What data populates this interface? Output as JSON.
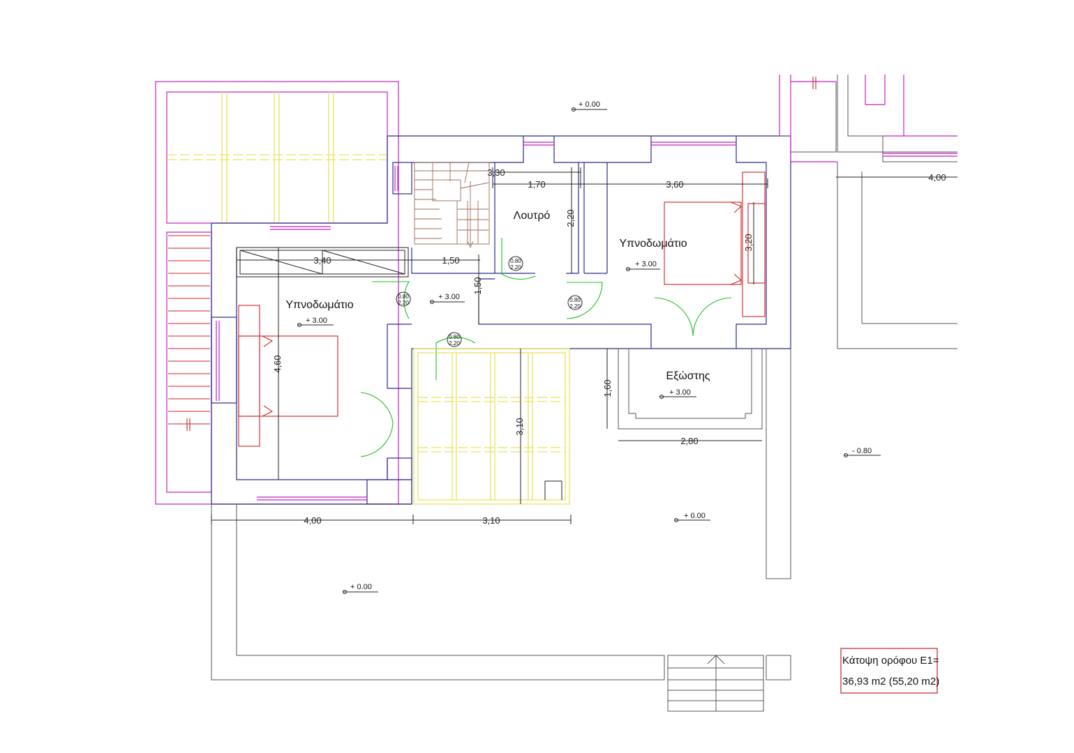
{
  "rooms": {
    "bath": "Λουτρό",
    "bed_right": "Υπνοδωμάτιο",
    "bed_left": "Υπνοδωμάτιο",
    "balcony": "Εξώστης"
  },
  "dimensions": {
    "stair_width": "3,30",
    "bath_width": "1,70",
    "bed_right_width": "3,60",
    "bath_height": "2,20",
    "bed_right_depth": "3,20",
    "wardrobe_len": "3,40",
    "hall_width": "1,50",
    "hall_depth": "1,50",
    "bed_left_depth": "4,60",
    "terrace_depth": "3,10",
    "balcony_depth": "1,60",
    "balcony_width": "2,80",
    "bottom_left": "4,00",
    "bottom_right": "3,10",
    "top_right": "4,00"
  },
  "levels": {
    "top": "+ 0.00",
    "bed_right": "+ 3.00",
    "hall": "+ 3.00",
    "bed_left": "+ 3.00",
    "balcony": "+ 3.00",
    "yard_right": "- 0.80",
    "yard_mid": "+ 0.00",
    "yard_left": "+ 0.00"
  },
  "doors": {
    "bath_w": "0.80",
    "bath_h": "2.20",
    "bedr_w": "0.80",
    "bedr_h": "2.20",
    "hall_w": "0.80",
    "hall_h": "2.20",
    "low_w": "0.80",
    "low_h": "2.20"
  },
  "title_block": {
    "line1": "Κάτοψη ορόφου Ε1=",
    "line2": "36,93 m2 (55,20 m2)"
  }
}
